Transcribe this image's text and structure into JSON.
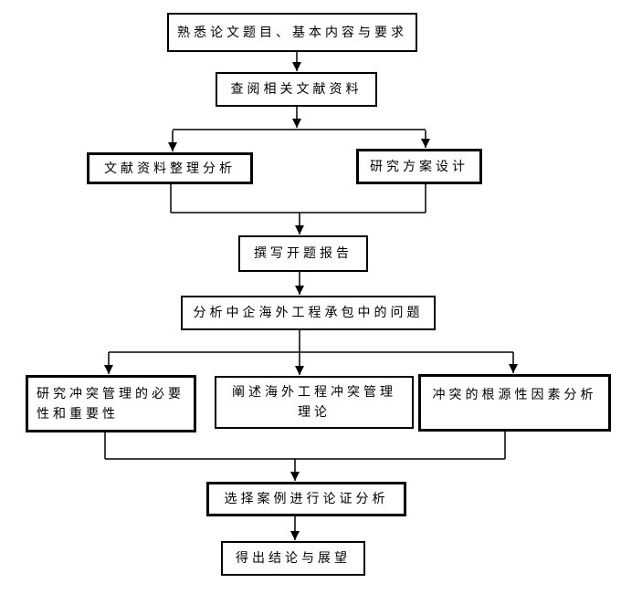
{
  "diagram": {
    "type": "flowchart",
    "background_color": "#ffffff",
    "line_color": "#000000",
    "box_border_color": "#000000",
    "text_color": "#000000",
    "nodes": [
      {
        "id": "familiarize-topic",
        "label": "熟悉论文题目、基本内容与要求"
      },
      {
        "id": "review-literature",
        "label": "查阅相关文献资料"
      },
      {
        "id": "organize-literature",
        "label": "文献资料整理分析"
      },
      {
        "id": "research-plan-design",
        "label": "研究方案设计"
      },
      {
        "id": "write-proposal",
        "label": "撰写开题报告"
      },
      {
        "id": "analyze-problems",
        "label": "分析中企海外工程承包中的问题"
      },
      {
        "id": "necessity-importance",
        "label": "研究冲突管理的必要\n性和重要性"
      },
      {
        "id": "conflict-theory",
        "label": "阐述海外工程冲突管理\n理论"
      },
      {
        "id": "root-cause-analysis",
        "label": "冲突的根源性因素分析"
      },
      {
        "id": "case-analysis",
        "label": "选择案例进行论证分析"
      },
      {
        "id": "conclusion-outlook",
        "label": "得出结论与展望"
      }
    ],
    "edges": [
      {
        "from": "familiarize-topic",
        "to": "review-literature"
      },
      {
        "from": "review-literature",
        "to": "organize-literature"
      },
      {
        "from": "review-literature",
        "to": "research-plan-design"
      },
      {
        "from": "organize-literature",
        "to": "write-proposal"
      },
      {
        "from": "research-plan-design",
        "to": "write-proposal"
      },
      {
        "from": "write-proposal",
        "to": "analyze-problems"
      },
      {
        "from": "analyze-problems",
        "to": "necessity-importance"
      },
      {
        "from": "analyze-problems",
        "to": "conflict-theory"
      },
      {
        "from": "analyze-problems",
        "to": "root-cause-analysis"
      },
      {
        "from": "necessity-importance",
        "to": "case-analysis"
      },
      {
        "from": "root-cause-analysis",
        "to": "case-analysis"
      },
      {
        "from": "case-analysis",
        "to": "conclusion-outlook"
      }
    ]
  }
}
